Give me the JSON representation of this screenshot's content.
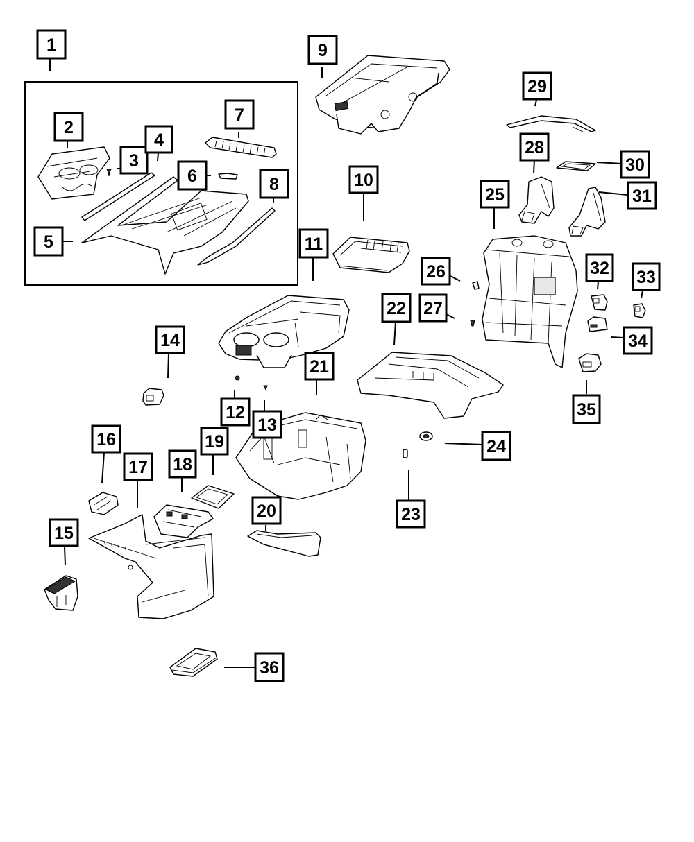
{
  "diagram": {
    "title": "Center Console exploded view",
    "colors": {
      "line": "#000000",
      "background": "#ffffff"
    },
    "group_frame": {
      "label": "1",
      "contains": [
        "2",
        "3",
        "4",
        "5",
        "6",
        "7",
        "8"
      ]
    },
    "callouts": [
      {
        "id": "1",
        "label": "1"
      },
      {
        "id": "2",
        "label": "2"
      },
      {
        "id": "3",
        "label": "3"
      },
      {
        "id": "4",
        "label": "4"
      },
      {
        "id": "5",
        "label": "5"
      },
      {
        "id": "6",
        "label": "6"
      },
      {
        "id": "7",
        "label": "7"
      },
      {
        "id": "8",
        "label": "8"
      },
      {
        "id": "9",
        "label": "9"
      },
      {
        "id": "10",
        "label": "10"
      },
      {
        "id": "11",
        "label": "11"
      },
      {
        "id": "12",
        "label": "12"
      },
      {
        "id": "13",
        "label": "13"
      },
      {
        "id": "14",
        "label": "14"
      },
      {
        "id": "15",
        "label": "15"
      },
      {
        "id": "16",
        "label": "16"
      },
      {
        "id": "17",
        "label": "17"
      },
      {
        "id": "18",
        "label": "18"
      },
      {
        "id": "19",
        "label": "19"
      },
      {
        "id": "20",
        "label": "20"
      },
      {
        "id": "21",
        "label": "21"
      },
      {
        "id": "22",
        "label": "22"
      },
      {
        "id": "23",
        "label": "23"
      },
      {
        "id": "24",
        "label": "24"
      },
      {
        "id": "25",
        "label": "25"
      },
      {
        "id": "26",
        "label": "26"
      },
      {
        "id": "27",
        "label": "27"
      },
      {
        "id": "28",
        "label": "28"
      },
      {
        "id": "29",
        "label": "29"
      },
      {
        "id": "30",
        "label": "30"
      },
      {
        "id": "31",
        "label": "31"
      },
      {
        "id": "32",
        "label": "32"
      },
      {
        "id": "33",
        "label": "33"
      },
      {
        "id": "34",
        "label": "34"
      },
      {
        "id": "35",
        "label": "35"
      },
      {
        "id": "36",
        "label": "36"
      }
    ],
    "parts": [
      {
        "id": "2",
        "icon": "cupholder-insert"
      },
      {
        "id": "3",
        "icon": "screw"
      },
      {
        "id": "4",
        "icon": "trim-strip"
      },
      {
        "id": "5",
        "icon": "console-bezel"
      },
      {
        "id": "6",
        "icon": "latch-button"
      },
      {
        "id": "7",
        "icon": "ventilation-grille"
      },
      {
        "id": "8",
        "icon": "trim-strip"
      },
      {
        "id": "9",
        "icon": "armrest-lid"
      },
      {
        "id": "10",
        "icon": "storage-tray"
      },
      {
        "id": "11",
        "icon": "cupholder-bin"
      },
      {
        "id": "12",
        "icon": "clip"
      },
      {
        "id": "13",
        "icon": "screw"
      },
      {
        "id": "14",
        "icon": "switch"
      },
      {
        "id": "15",
        "icon": "usb-hub"
      },
      {
        "id": "16",
        "icon": "connector"
      },
      {
        "id": "17",
        "icon": "console-front-bracket"
      },
      {
        "id": "18",
        "icon": "bin-insert"
      },
      {
        "id": "19",
        "icon": "mat"
      },
      {
        "id": "20",
        "icon": "side-trim"
      },
      {
        "id": "21",
        "icon": "console-base"
      },
      {
        "id": "22",
        "icon": "console-bracket"
      },
      {
        "id": "23",
        "icon": "bolt"
      },
      {
        "id": "24",
        "icon": "grommet"
      },
      {
        "id": "25",
        "icon": "rear-panel"
      },
      {
        "id": "26",
        "icon": "clip"
      },
      {
        "id": "27",
        "icon": "screw"
      },
      {
        "id": "28",
        "icon": "air-duct"
      },
      {
        "id": "29",
        "icon": "trim-molding"
      },
      {
        "id": "30",
        "icon": "mat"
      },
      {
        "id": "31",
        "icon": "air-duct"
      },
      {
        "id": "32",
        "icon": "switch"
      },
      {
        "id": "33",
        "icon": "outlet"
      },
      {
        "id": "34",
        "icon": "usb-port"
      },
      {
        "id": "35",
        "icon": "power-outlet"
      },
      {
        "id": "36",
        "icon": "control-module"
      }
    ]
  }
}
